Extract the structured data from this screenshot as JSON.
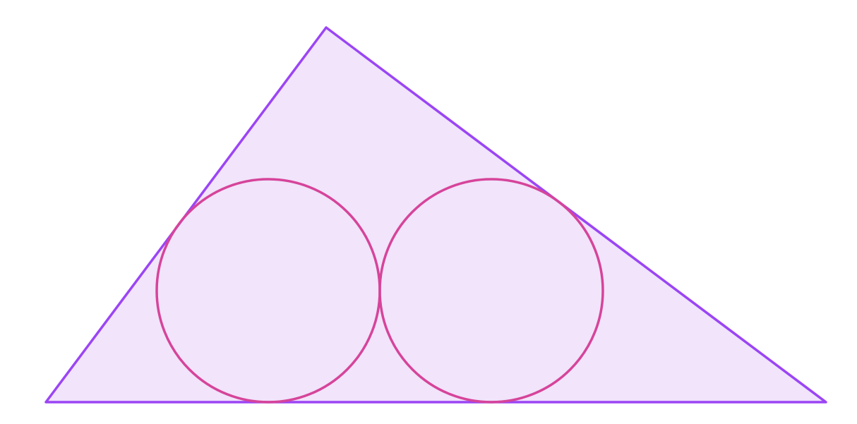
{
  "diagram": {
    "shapes": [
      {
        "kind": "triangle",
        "name": "enclosing-triangle"
      },
      {
        "kind": "circle",
        "name": "left-circle"
      },
      {
        "kind": "circle",
        "name": "right-circle"
      }
    ],
    "colors": {
      "triangle_fill": "#f1e4fb",
      "triangle_stroke": "#9b45f5",
      "circle_stroke": "#d6449a"
    }
  }
}
